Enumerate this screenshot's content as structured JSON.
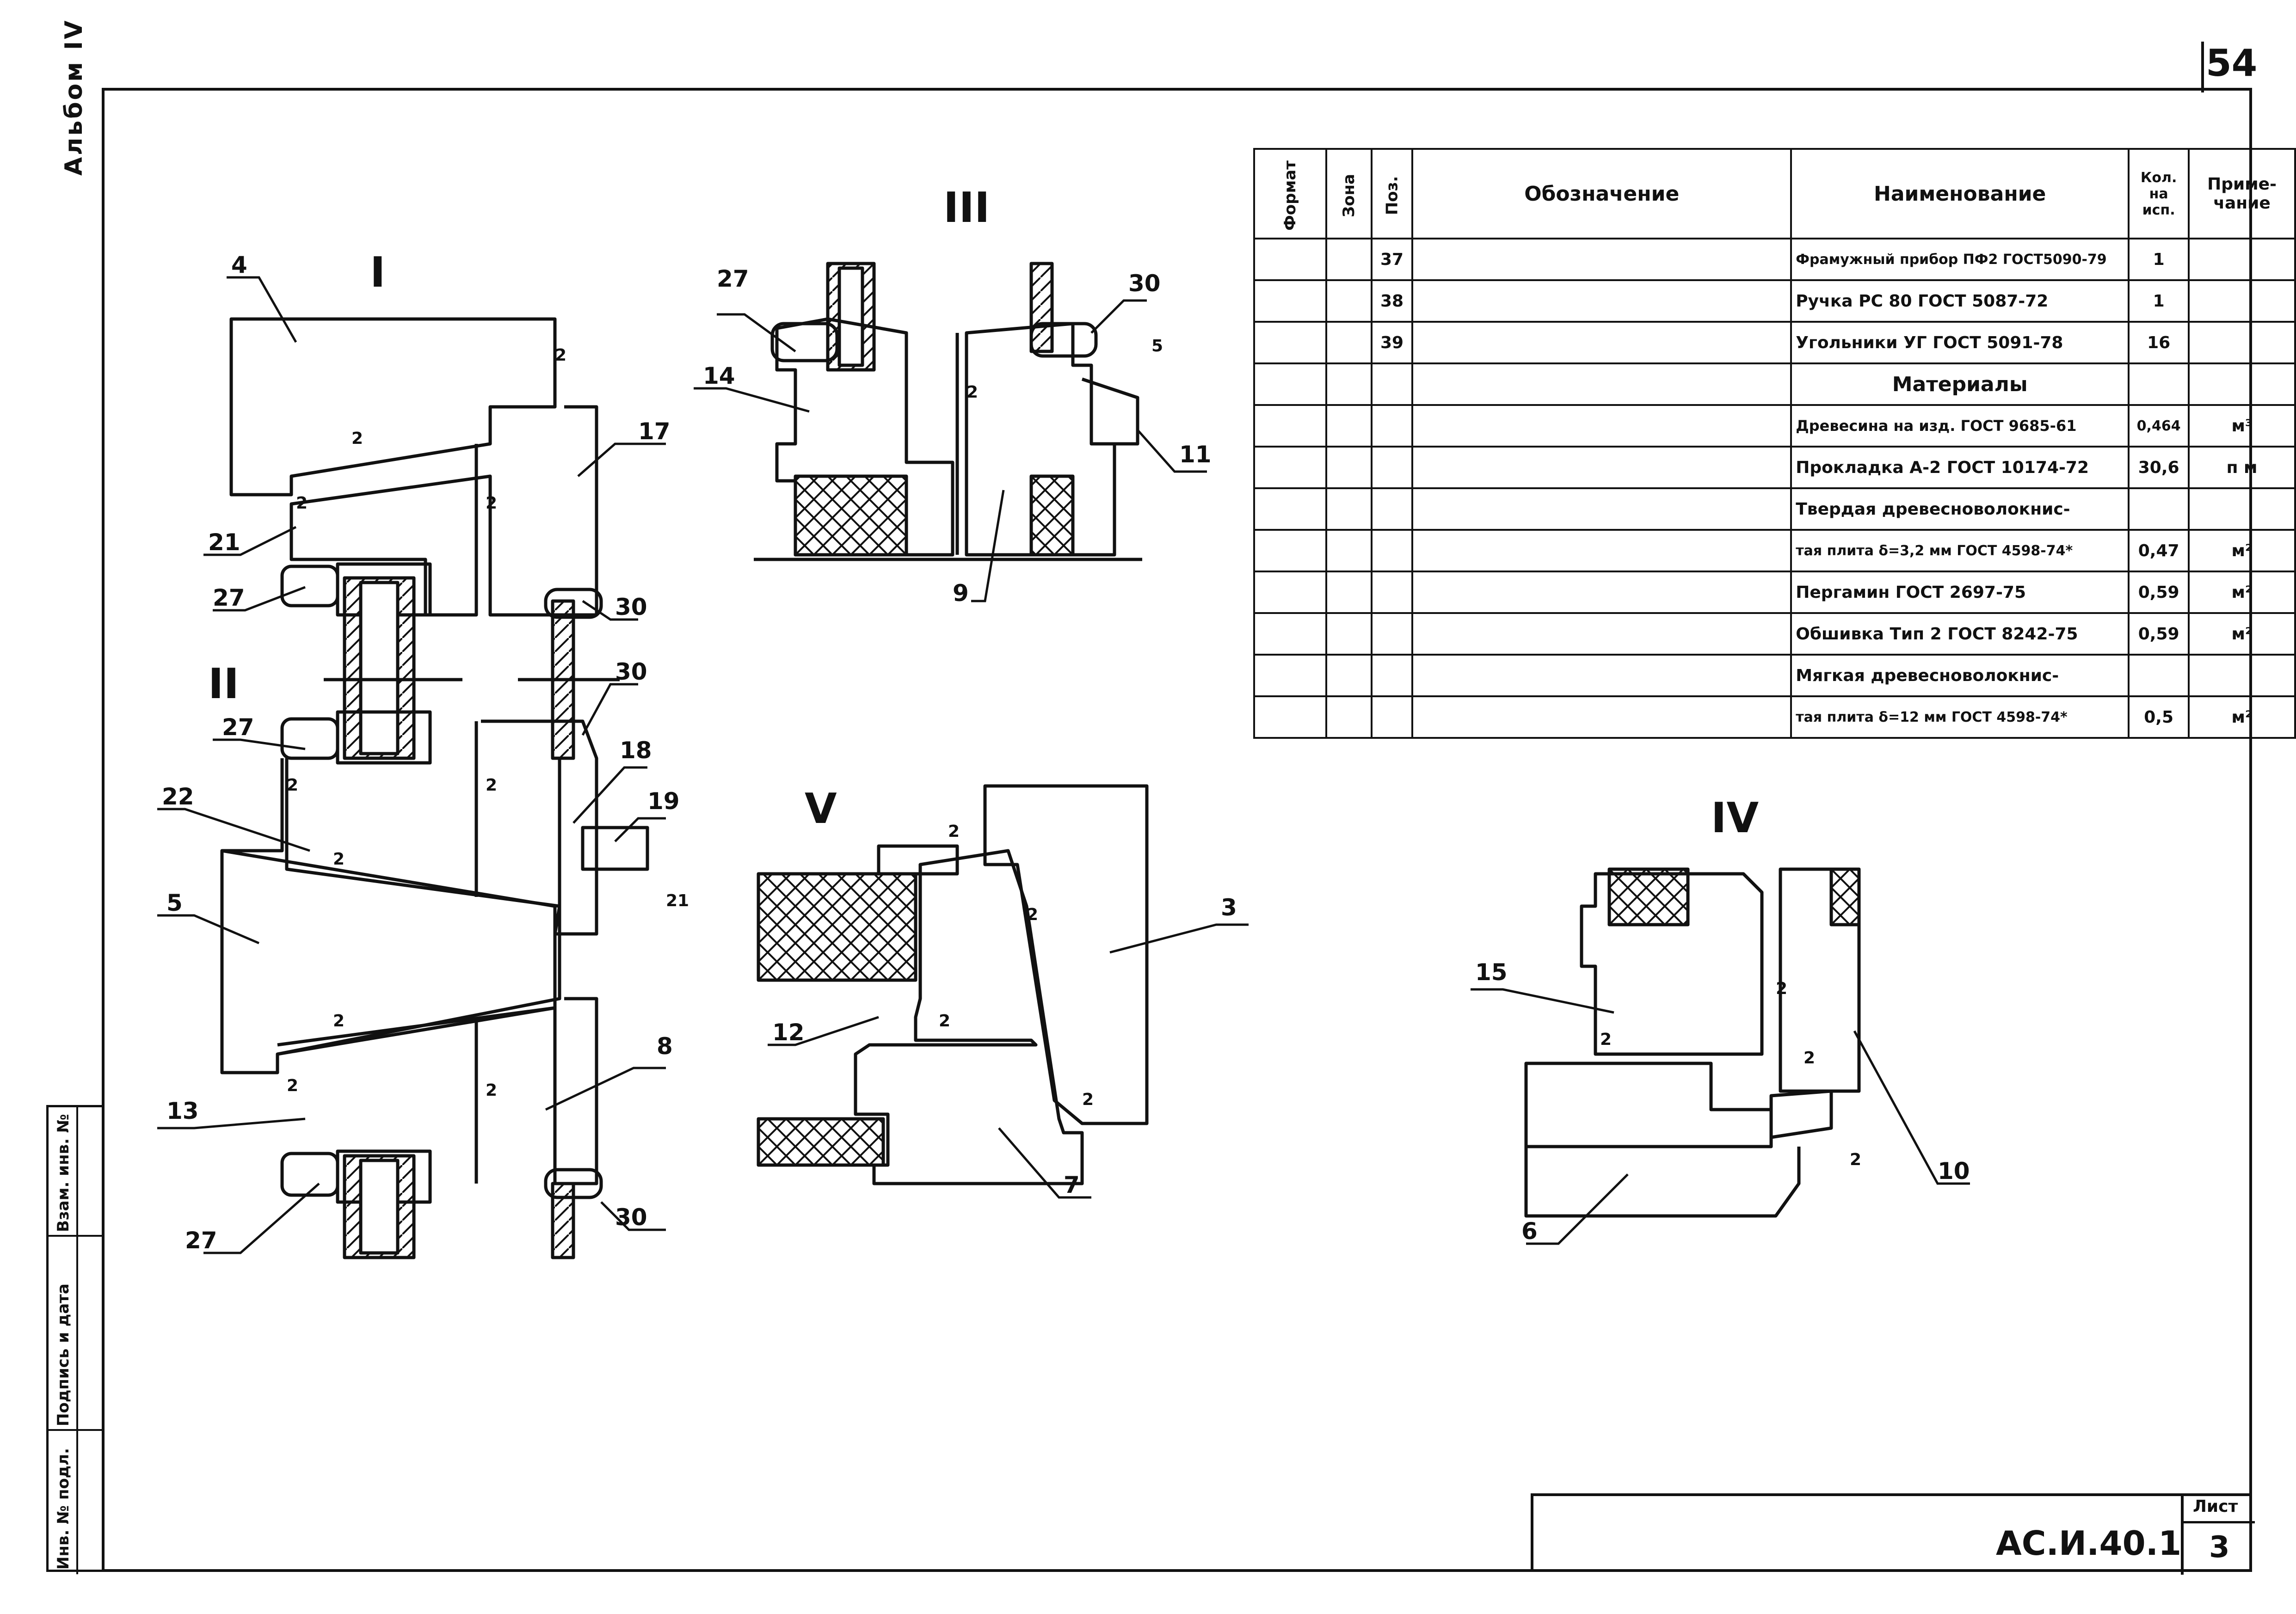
{
  "page_number": "54",
  "album": "Альбом IV",
  "sidebar": {
    "col1": "Инв. № подл.",
    "col2": "Подпись и дата",
    "col3": "Взам. инв. №"
  },
  "views": {
    "I": "I",
    "II": "II",
    "III": "III",
    "IV": "IV",
    "V": "V"
  },
  "callouts": {
    "v1": [
      "4",
      "17",
      "21",
      "27",
      "30",
      "2"
    ],
    "v2": [
      "27",
      "30",
      "22",
      "18",
      "19",
      "5",
      "21",
      "13",
      "8",
      "27",
      "30"
    ],
    "v3": [
      "27",
      "30",
      "14",
      "11",
      "5",
      "9"
    ],
    "v5": [
      "3",
      "12",
      "7"
    ],
    "v4": [
      "15",
      "10",
      "6"
    ]
  },
  "spec": {
    "headers": {
      "format": "Формат",
      "zone": "Зона",
      "pos": "Поз.",
      "designation": "Обозначение",
      "name": "Наименование",
      "qty": "Кол. на исп.",
      "note": "Приме-чание"
    },
    "rows": [
      {
        "pos": "37",
        "name": "Фрамужный прибор ПФ2 ГОСТ5090-79",
        "qty": "1",
        "note": ""
      },
      {
        "pos": "38",
        "name": "Ручка РС 80   ГОСТ 5087-72",
        "qty": "1",
        "note": ""
      },
      {
        "pos": "39",
        "name": "Угольники УГ ГОСТ 5091-78",
        "qty": "16",
        "note": ""
      }
    ],
    "section": "Материалы",
    "materials": [
      {
        "name": "Древесина на изд. ГОСТ 9685-61",
        "qty": "0,464",
        "note": "м³"
      },
      {
        "name": "Прокладка А-2 ГОСТ 10174-72",
        "qty": "30,6",
        "note": "п м"
      },
      {
        "name": "Твердая древесноволокнис-",
        "qty": "",
        "note": ""
      },
      {
        "name": "тая плита δ=3,2 мм ГОСТ 4598-74*",
        "qty": "0,47",
        "note": "м²"
      },
      {
        "name": "Пергамин  ГОСТ 2697-75",
        "qty": "0,59",
        "note": "м²"
      },
      {
        "name": "Обшивка  Тип 2  ГОСТ 8242-75",
        "qty": "0,59",
        "note": "м²"
      },
      {
        "name": "Мягкая древесноволокнис-",
        "qty": "",
        "note": ""
      },
      {
        "name": "тая плита δ=12 мм ГОСТ 4598-74*",
        "qty": "0,5",
        "note": "м²"
      }
    ]
  },
  "stamp": {
    "code": "АС.И.40.1",
    "sheet_label": "Лист",
    "sheet": "3"
  }
}
